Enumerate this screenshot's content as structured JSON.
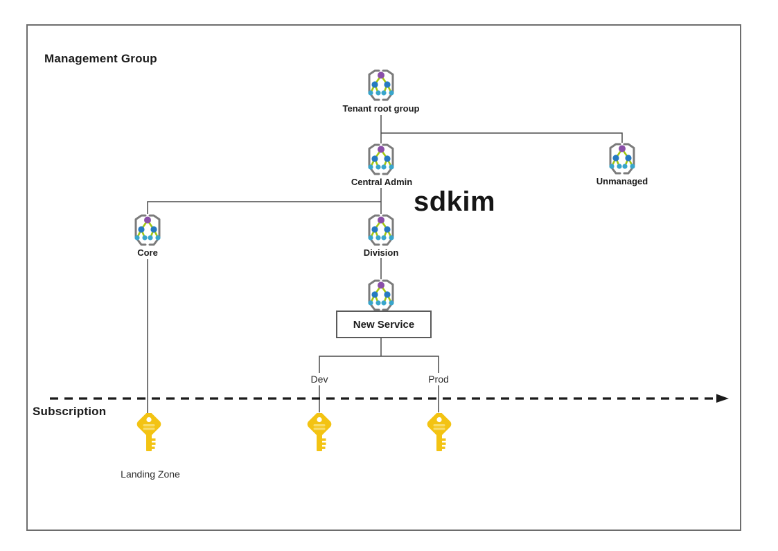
{
  "diagram": {
    "zone_top_label": "Management Group",
    "zone_bottom_label": "Subscription",
    "annotation_text": "sdkim",
    "nodes": {
      "tenant_root": {
        "label": "Tenant root group",
        "icon": "management-group-icon"
      },
      "central_admin": {
        "label": "Central Admin",
        "icon": "management-group-icon"
      },
      "unmanaged": {
        "label": "Unmanaged",
        "icon": "management-group-icon"
      },
      "core": {
        "label": "Core",
        "icon": "management-group-icon"
      },
      "division": {
        "label": "Division",
        "icon": "management-group-icon"
      },
      "new_service": {
        "label": "New Service",
        "icon": "management-group-icon"
      },
      "dev": {
        "label": "Dev"
      },
      "prod": {
        "label": "Prod"
      },
      "landing_zone": {
        "label": "Landing Zone",
        "icon": "subscription-key-icon"
      }
    },
    "edges": [
      [
        "tenant_root",
        "central_admin"
      ],
      [
        "tenant_root",
        "unmanaged"
      ],
      [
        "central_admin",
        "core"
      ],
      [
        "central_admin",
        "division"
      ],
      [
        "division",
        "new_service"
      ],
      [
        "new_service",
        "dev"
      ],
      [
        "new_service",
        "prod"
      ],
      [
        "core",
        "landing_zone_subscription"
      ],
      [
        "dev",
        "dev_subscription"
      ],
      [
        "prod",
        "prod_subscription"
      ]
    ],
    "subscription_keys_count": 3,
    "colors": {
      "icon_bracket_gray": "#7b7b7b",
      "icon_root_node_purple": "#8a4fa8",
      "icon_mid_node_blue": "#2579c1",
      "icon_leaf_node_teal": "#39a5cb",
      "icon_link_green": "#a2c613",
      "key_yellow": "#f3c313",
      "key_stripe_yellow": "#f8dc6a",
      "connector_gray": "#4a4a4a",
      "separator_black": "#1a1a1a",
      "frame_gray": "#6d6d6d"
    }
  }
}
